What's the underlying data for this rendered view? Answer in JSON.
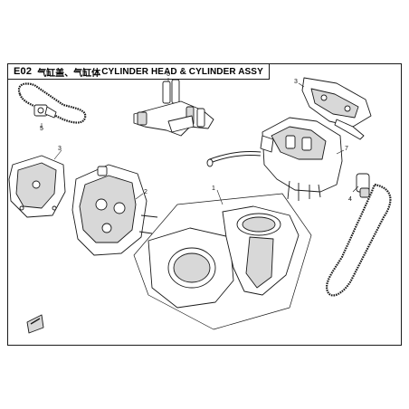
{
  "header": {
    "code": "E02",
    "title_cn": "气缸盖、气缸体",
    "title_en": "CYLINDER HEAD & CYLINDER ASSY"
  },
  "callouts": [
    "1",
    "2",
    "3",
    "3",
    "4",
    "5",
    "6",
    "7"
  ],
  "colors": {
    "line": "#1a1a1a",
    "fill": "#ffffff",
    "shade": "#d8d8d8"
  }
}
